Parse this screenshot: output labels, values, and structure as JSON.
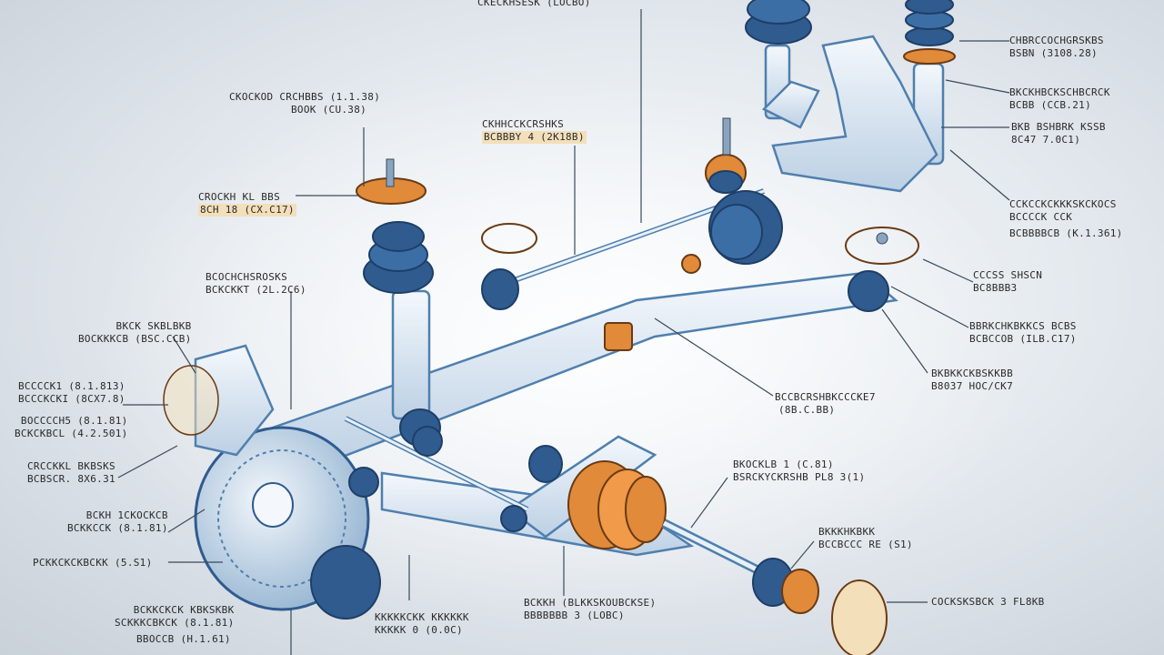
{
  "colors": {
    "metal": "#dfeaf4",
    "metal_edge": "#4f7fae",
    "bushing_blue": "#2f5b8f",
    "bushing_orange": "#e08a3a",
    "leader": "#3a4a5a",
    "background": "#e6ebf0"
  },
  "labels": [
    {
      "name": "label-top-center",
      "l1": "CKECKHSESK (LOCBO)",
      "l2": ""
    },
    {
      "name": "label-upper-left",
      "l1": "CKOCKOD CRCHBBS (1.1.38)",
      "l2": "BOOK (CU.38)"
    },
    {
      "name": "label-mid-left",
      "l1": "CROCKH KL BBS",
      "l2": "8CH 18 (CX.C17)"
    },
    {
      "name": "label-center-upper",
      "l1": "CKHHCCKCRSHKS",
      "l2": "BCBBBY 4 (2K18B)"
    },
    {
      "name": "label-right-top",
      "l1": "CHBRCCOCHGRSKBS",
      "l2": "BSBN (3108.28)"
    },
    {
      "name": "label-right-2",
      "l1": "BKCKHBCKSCHBCRCK",
      "l2": "BCBB (CCB.21)"
    },
    {
      "name": "label-right-3",
      "l1": "BKB BSHBRK KSSB",
      "l2": "8C47 7.0C1)"
    },
    {
      "name": "label-right-4",
      "l1": "CCKCCKCKKKSKCKOCS",
      "l2": "BCCCCK CCK"
    },
    {
      "name": "label-right-5",
      "l1": "BCBBBBCB (K.1.361)",
      "l2": ""
    },
    {
      "name": "label-right-6",
      "l1": "CCCSS SHSCN",
      "l2": "BC8BBB3"
    },
    {
      "name": "label-right-7",
      "l1": "BBRKCHKBKKCS BCBS",
      "l2": "BCBCCOB (ILB.C17)"
    },
    {
      "name": "label-right-8",
      "l1": "BKBKKCKBSKKBB",
      "l2": "B8037 HOC/CK7"
    },
    {
      "name": "label-center-arm",
      "l1": "BCCBCRSHBKCCCKE7",
      "l2": "(8B.C.BB)"
    },
    {
      "name": "label-left-shock",
      "l1": "BCOCHCHSROSKS",
      "l2": "BCKCKKT (2L.2C6)"
    },
    {
      "name": "label-left-1",
      "l1": "BKCK SKBLBKB",
      "l2": "BOCKKKCB (BSC.CCB)"
    },
    {
      "name": "label-left-2",
      "l1": "BCCCCK1 (8.1.813)",
      "l2": "BCCCKCKI (8CX7.8)"
    },
    {
      "name": "label-left-3",
      "l1": "BOCCCCH5 (8.1.81)",
      "l2": "BCKCKBCL (4.2.501)"
    },
    {
      "name": "label-left-4",
      "l1": "CRCCKKL BKBSKS",
      "l2": "BCBSCR. 8X6.31"
    },
    {
      "name": "label-left-5",
      "l1": "BCKH 1CKOCKCB",
      "l2": "BCKKCCK (8.1.81)"
    },
    {
      "name": "label-left-6",
      "l1": "PCKKCKCKBCKK (5.S1)",
      "l2": ""
    },
    {
      "name": "label-bottom-left",
      "l1": "BCKKCKCK KBKSKBK",
      "l2": "SCKKKCBKCK (8.1.81)"
    },
    {
      "name": "label-bottom-left-2",
      "l1": "BBOCCB (H.1.61)",
      "l2": ""
    },
    {
      "name": "label-bottom-center",
      "l1": "KKKKKCKK KKKKKK",
      "l2": "KKKKK 0 (0.0C)"
    },
    {
      "name": "label-bottom-mid",
      "l1": "BCKKH (BLKKSKOUBCKSE)",
      "l2": "BBBBBBB 3 (LOBC)"
    },
    {
      "name": "label-center-bushing",
      "l1": "BKOCKLB 1 (C.81)",
      "l2": "BSRCKYCKRSHB PL8 3(1)"
    },
    {
      "name": "label-lower-right",
      "l1": "BKKKHKBKK",
      "l2": "BCCBCCC RE (S1)"
    },
    {
      "name": "label-bottom-right",
      "l1": "COCKSKSBCK 3 FL8KB",
      "l2": ""
    }
  ]
}
